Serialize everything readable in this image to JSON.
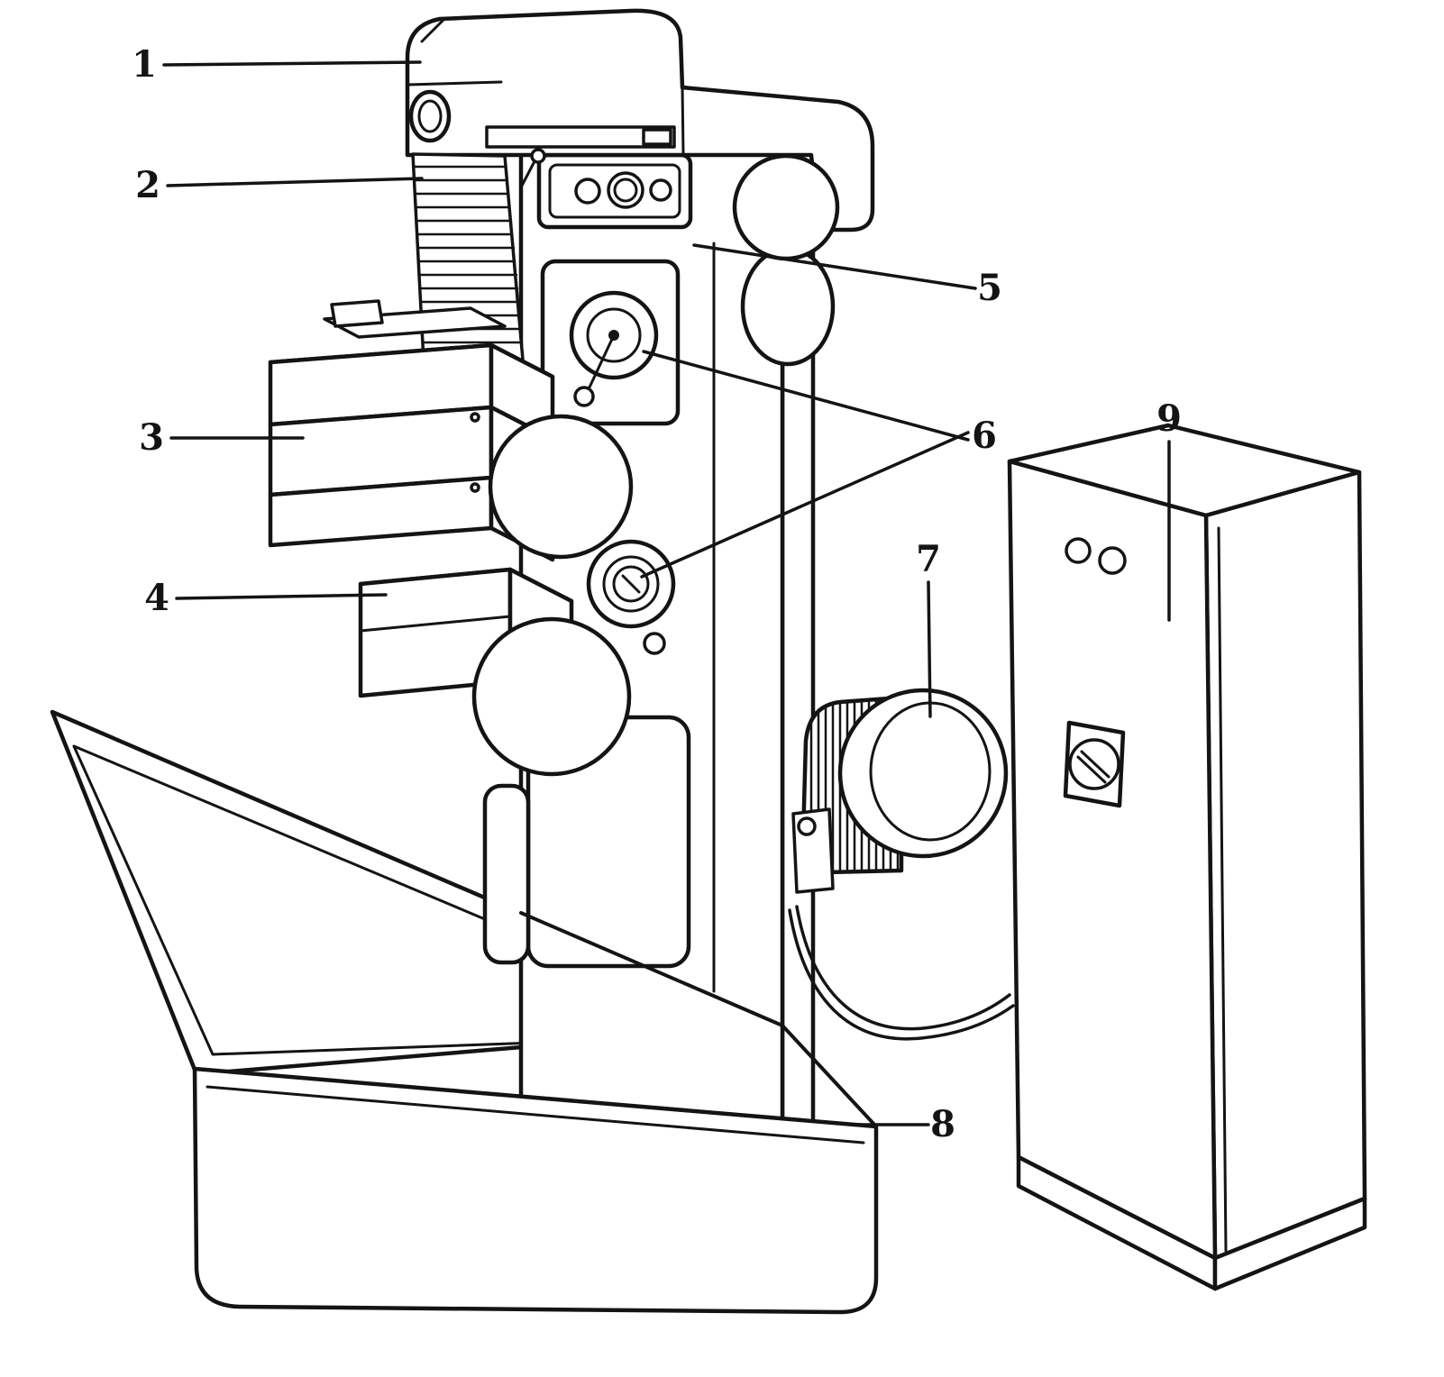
{
  "figure": {
    "ink": "#141414",
    "paper": "#ffffff",
    "callouts": [
      {
        "label": "1"
      },
      {
        "label": "2"
      },
      {
        "label": "3"
      },
      {
        "label": "4"
      },
      {
        "label": "5"
      },
      {
        "label": "6"
      },
      {
        "label": "7"
      },
      {
        "label": "8"
      },
      {
        "label": "9"
      }
    ]
  }
}
